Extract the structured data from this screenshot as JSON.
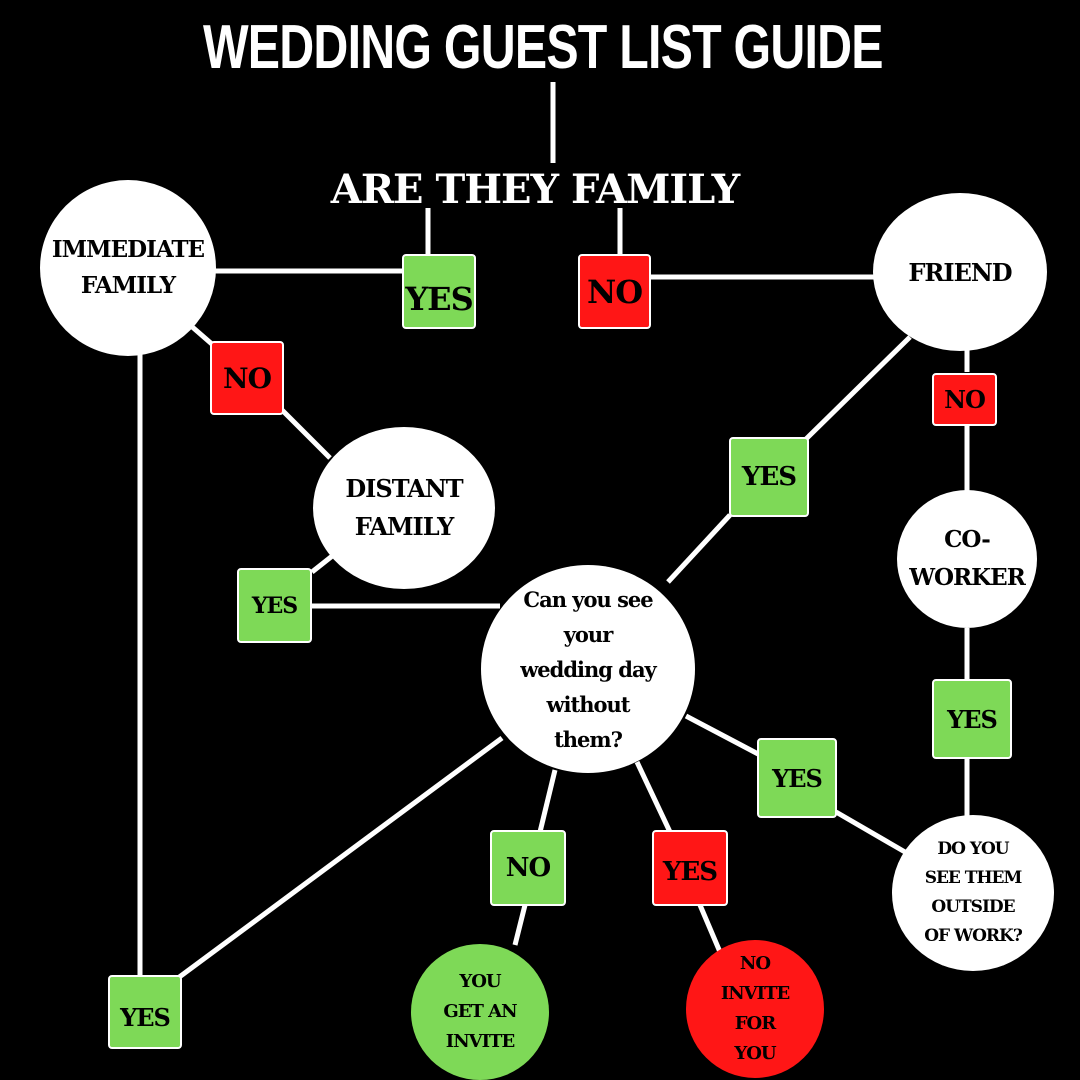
{
  "title": "WEDDING GUEST LIST GUIDE",
  "question": "ARE THEY FAMILY",
  "colors": {
    "background": "#000000",
    "yes_green": "#7ed957",
    "no_red": "#ff1616",
    "node_white": "#ffffff"
  },
  "nodes": {
    "immediate_family": "IMMEDIATE\nFAMILY",
    "friend": "FRIEND",
    "distant_family": "DISTANT\nFAMILY",
    "co_worker": "CO-\nWORKER",
    "can_you_see": "Can you see\nyour\nwedding day\nwithout\nthem?",
    "do_you_see": "DO YOU\nSEE THEM\nOUTSIDE\nOF WORK?",
    "you_get_invite": "YOU\nGET AN\nINVITE",
    "no_invite": "NO\nINVITE\nFOR\nYOU"
  },
  "labels": {
    "family_yes": "YES",
    "family_no": "NO",
    "immediate_no": "NO",
    "friend_no": "NO",
    "friend_yes": "YES",
    "distant_yes": "YES",
    "coworker_yes": "YES",
    "outside_work_yes": "YES",
    "see_wedding_no": "NO",
    "see_wedding_yes": "YES",
    "immediate_yes": "YES"
  }
}
